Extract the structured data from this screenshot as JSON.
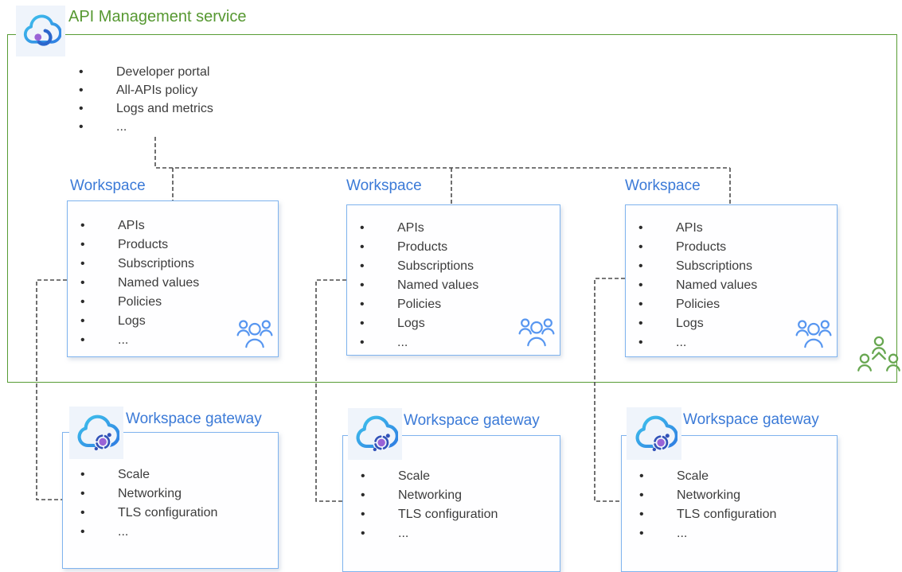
{
  "colors": {
    "service_green": "#579c34",
    "workspace_blue_title": "#3b7ad7",
    "panel_border_blue": "#7fb3ee",
    "body_text": "#3c3c3c",
    "connector_gray": "#4c4c4c",
    "people_icon_blue": "#5796f0",
    "org_icon_green": "#68a751",
    "cloud_gradient_start": "#3fc3ec",
    "cloud_gradient_end": "#2f7de2",
    "gateway_emblem_purple": "#9a63d6"
  },
  "icons": {
    "service": "apim-cloud-icon",
    "gateway": "gateway-cloud-icon",
    "workspace_members": "people-icon",
    "service_org": "org-people-icon"
  },
  "service": {
    "title": "API Management service",
    "items": [
      "Developer portal",
      "All-APIs policy",
      "Logs and metrics",
      "..."
    ]
  },
  "workspaces": [
    {
      "title": "Workspace",
      "items": [
        "APIs",
        "Products",
        "Subscriptions",
        "Named values",
        "Policies",
        "Logs",
        "..."
      ]
    },
    {
      "title": "Workspace",
      "items": [
        "APIs",
        "Products",
        "Subscriptions",
        "Named values",
        "Policies",
        "Logs",
        "..."
      ]
    },
    {
      "title": "Workspace",
      "items": [
        "APIs",
        "Products",
        "Subscriptions",
        "Named values",
        "Policies",
        "Logs",
        "..."
      ]
    }
  ],
  "gateways": [
    {
      "title": "Workspace gateway",
      "items": [
        "Scale",
        "Networking",
        "TLS configuration",
        "..."
      ]
    },
    {
      "title": "Workspace gateway",
      "items": [
        "Scale",
        "Networking",
        "TLS configuration",
        "..."
      ]
    },
    {
      "title": "Workspace gateway",
      "items": [
        "Scale",
        "Networking",
        "TLS configuration",
        "..."
      ]
    }
  ]
}
